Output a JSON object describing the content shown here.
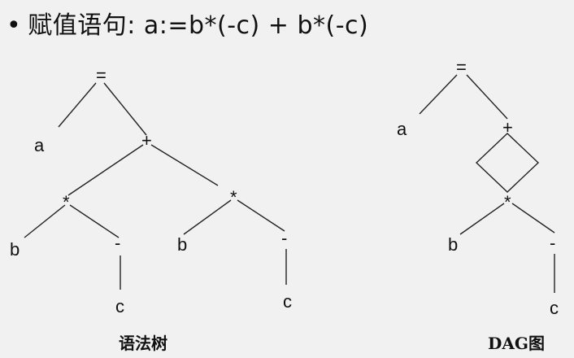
{
  "title": {
    "bullet": "•",
    "text": "赋值语句: a:=b*(-c) + b*(-c)"
  },
  "tree": {
    "caption": "语法树",
    "labels": {
      "root": "=",
      "a": "a",
      "plus": "+",
      "mul_left": "*",
      "b_left": "b",
      "neg_left": "-",
      "c_left": "c",
      "mul_right": "*",
      "b_right": "b",
      "neg_right": "-",
      "c_right": "c"
    }
  },
  "dag": {
    "caption": "DAG图",
    "labels": {
      "root": "=",
      "a": "a",
      "plus": "+",
      "mul": "*",
      "b": "b",
      "neg": "-",
      "c": "c"
    }
  }
}
